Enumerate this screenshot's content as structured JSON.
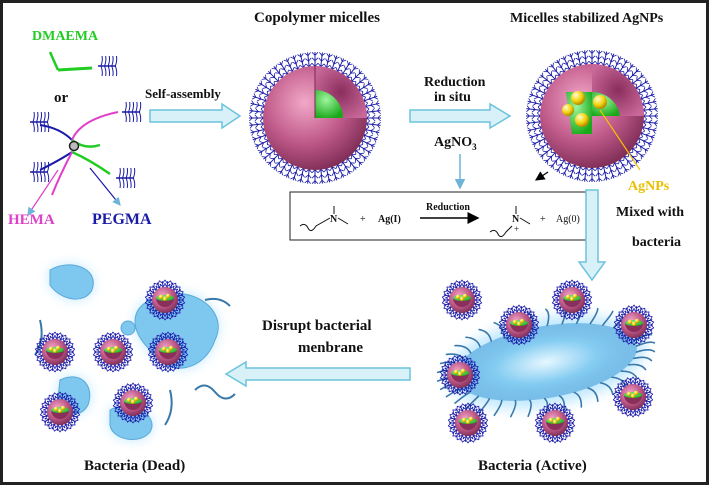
{
  "labels": {
    "dmaema": "DMAEMA",
    "or": "or",
    "hema": "HEMA",
    "pegma": "PEGMA",
    "self_assembly": "Self-assembly",
    "copolymer_micelles": "Copolymer micelles",
    "reduction_line1": "Reduction",
    "reduction_line2": "in situ",
    "agno3_main": "AgNO",
    "agno3_sub": "3",
    "micelles_agnps": "Micelles stabilized AgNPs",
    "agnps": "AgNPs",
    "mixed_line1": "Mixed with",
    "mixed_line2": "bacteria",
    "disrupt_line1": "Disrupt bacterial",
    "disrupt_line2": "menbrane",
    "bacteria_active": "Bacteria (Active)",
    "bacteria_dead": "Bacteria (Dead)"
  },
  "reaction": {
    "amine": "N",
    "plus1": "+",
    "ag1": "Ag(I)",
    "arrow_label": "Reduction",
    "ammonium": "N",
    "charge": "+",
    "plus2": "+",
    "ag0": "Ag(0)"
  },
  "colors": {
    "dmaema": "#22cc22",
    "hema": "#e040c8",
    "pegma": "#1a1aa8",
    "arrow_fill": "#d8f1f8",
    "arrow_stroke": "#6cc4dc",
    "shell": "#b04a7a",
    "core": "#2ecc2e",
    "agnp": "#f5d20a",
    "bacteria": "#7ec8f0"
  }
}
